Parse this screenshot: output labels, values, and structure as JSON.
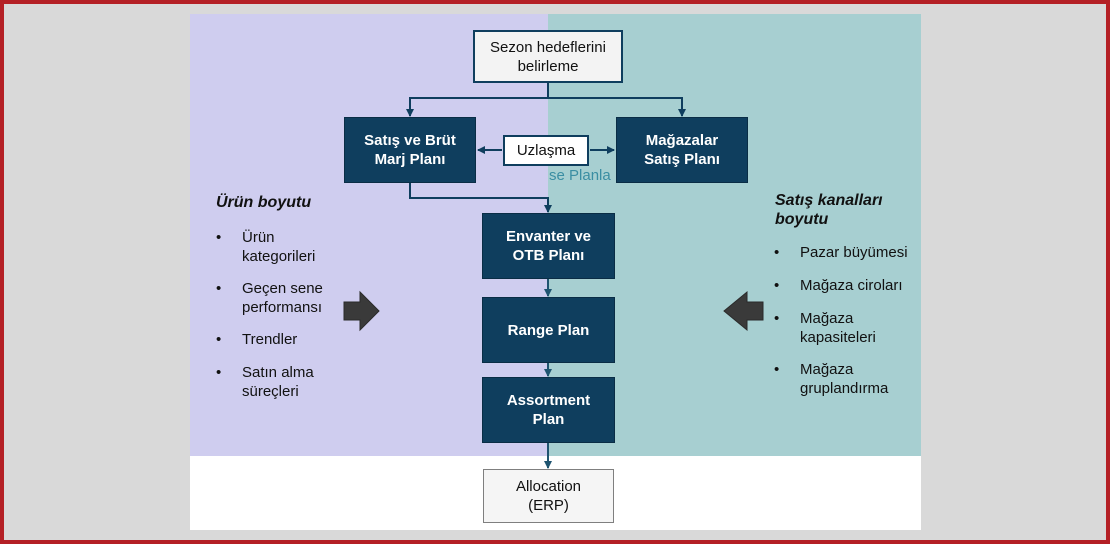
{
  "flow": {
    "top": "Sezon hedeflerini belirleme",
    "left_plan": "Satış ve Brüt Marj Planı",
    "consensus": "Uzlaşma",
    "right_plan": "Mağazalar Satış Planı",
    "behind_text": "se Planla",
    "inventory": "Envanter ve OTB Planı",
    "range": "Range Plan",
    "assortment": "Assortment Plan",
    "allocation": "Allocation (ERP)"
  },
  "left_panel": {
    "title": "Ürün boyutu",
    "items": [
      "Ürün kategorileri",
      "Geçen sene performansı",
      "Trendler",
      "Satın alma süreçleri"
    ]
  },
  "right_panel": {
    "title": "Satış kanalları boyutu",
    "items": [
      "Pazar büyümesi",
      "Mağaza ciroları",
      "Mağaza kapasiteleri",
      "Mağaza gruplandırma"
    ]
  },
  "colors": {
    "dark_box": "#0f3e5e",
    "left_bg": "#cfcdef",
    "right_bg": "#a7cfd1",
    "frame": "#b42025"
  }
}
